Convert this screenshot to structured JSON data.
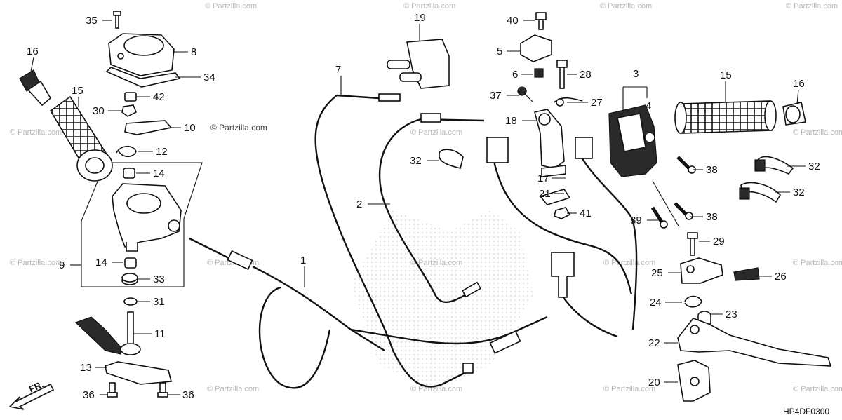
{
  "diagram": {
    "code": "HP4DF0300",
    "direction_label": "FR.",
    "watermark_text": "© Partzilla.com",
    "callouts": [
      {
        "id": "c35",
        "label": "35"
      },
      {
        "id": "c8",
        "label": "8"
      },
      {
        "id": "c34",
        "label": "34"
      },
      {
        "id": "c16a",
        "label": "16"
      },
      {
        "id": "c15a",
        "label": "15"
      },
      {
        "id": "c42",
        "label": "42"
      },
      {
        "id": "c30",
        "label": "30"
      },
      {
        "id": "c10",
        "label": "10"
      },
      {
        "id": "c12",
        "label": "12"
      },
      {
        "id": "c14a",
        "label": "14"
      },
      {
        "id": "c9",
        "label": "9"
      },
      {
        "id": "c14b",
        "label": "14"
      },
      {
        "id": "c33",
        "label": "33"
      },
      {
        "id": "c31",
        "label": "31"
      },
      {
        "id": "c11",
        "label": "11"
      },
      {
        "id": "c13",
        "label": "13"
      },
      {
        "id": "c36a",
        "label": "36"
      },
      {
        "id": "c36b",
        "label": "36"
      },
      {
        "id": "c19",
        "label": "19"
      },
      {
        "id": "c7",
        "label": "7"
      },
      {
        "id": "c2",
        "label": "2"
      },
      {
        "id": "c1",
        "label": "1"
      },
      {
        "id": "c40",
        "label": "40"
      },
      {
        "id": "c5",
        "label": "5"
      },
      {
        "id": "c6",
        "label": "6"
      },
      {
        "id": "c28",
        "label": "28"
      },
      {
        "id": "c37",
        "label": "37"
      },
      {
        "id": "c27",
        "label": "27"
      },
      {
        "id": "c18",
        "label": "18"
      },
      {
        "id": "c32a",
        "label": "32"
      },
      {
        "id": "c17",
        "label": "17"
      },
      {
        "id": "c21",
        "label": "21"
      },
      {
        "id": "c41",
        "label": "41"
      },
      {
        "id": "c3",
        "label": "3"
      },
      {
        "id": "c4",
        "label": "4"
      },
      {
        "id": "c15b",
        "label": "15"
      },
      {
        "id": "c16b",
        "label": "16"
      },
      {
        "id": "c32b",
        "label": "32"
      },
      {
        "id": "c32c",
        "label": "32"
      },
      {
        "id": "c38a",
        "label": "38"
      },
      {
        "id": "c38b",
        "label": "38"
      },
      {
        "id": "c39",
        "label": "39"
      },
      {
        "id": "c29",
        "label": "29"
      },
      {
        "id": "c25",
        "label": "25"
      },
      {
        "id": "c26",
        "label": "26"
      },
      {
        "id": "c24",
        "label": "24"
      },
      {
        "id": "c23",
        "label": "23"
      },
      {
        "id": "c22",
        "label": "22"
      },
      {
        "id": "c20",
        "label": "20"
      }
    ]
  }
}
